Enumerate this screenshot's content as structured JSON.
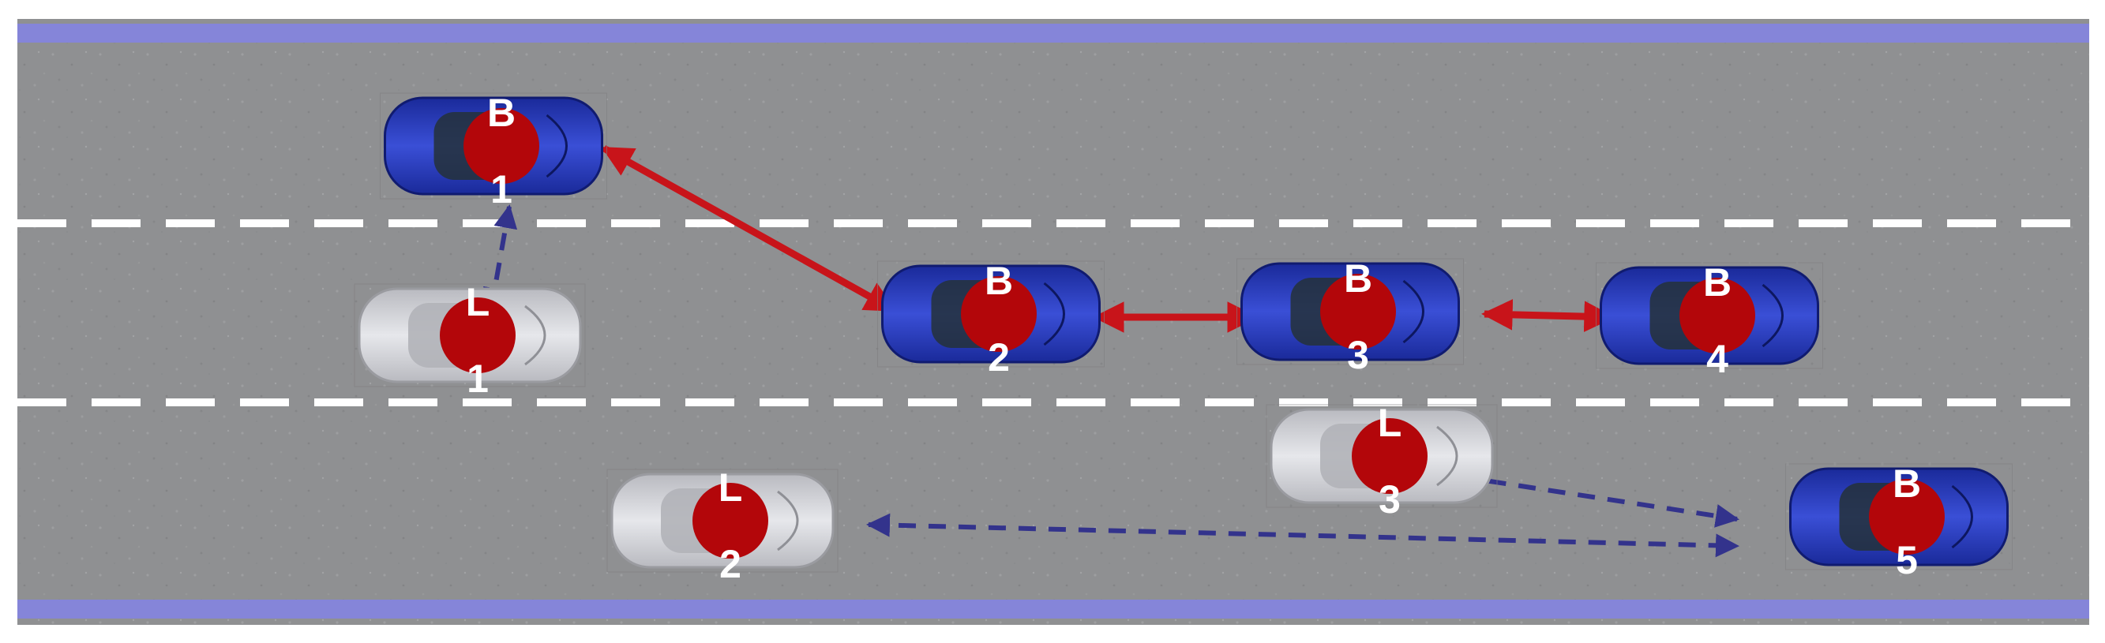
{
  "colors": {
    "road": "#8f9092",
    "lane_marking": "#ffffff",
    "road_edge": "#8585d9",
    "blue_car": "#2537b8",
    "gray_car": "#d2d3d8",
    "badge": "#b3060a",
    "solid_link": "#c8141a",
    "dashed_link": "#33338c"
  },
  "vehicles": [
    {
      "id": "B1",
      "kind": "blue",
      "letter": "B",
      "number": "1"
    },
    {
      "id": "B2",
      "kind": "blue",
      "letter": "B",
      "number": "2"
    },
    {
      "id": "B3",
      "kind": "blue",
      "letter": "B",
      "number": "3"
    },
    {
      "id": "B4",
      "kind": "blue",
      "letter": "B",
      "number": "4"
    },
    {
      "id": "B5",
      "kind": "blue",
      "letter": "B",
      "number": "5"
    },
    {
      "id": "L1",
      "kind": "gray",
      "letter": "L",
      "number": "1"
    },
    {
      "id": "L2",
      "kind": "gray",
      "letter": "L",
      "number": "2"
    },
    {
      "id": "L3",
      "kind": "gray",
      "letter": "L",
      "number": "3"
    }
  ],
  "links": [
    {
      "from": "B1",
      "to": "B2",
      "style": "solid"
    },
    {
      "from": "B2",
      "to": "B3",
      "style": "solid"
    },
    {
      "from": "B3",
      "to": "B4",
      "style": "solid"
    },
    {
      "from": "L1",
      "to": "B1",
      "style": "dashed"
    },
    {
      "from": "L2",
      "to": "B5",
      "style": "dashed"
    },
    {
      "from": "L3",
      "to": "B5",
      "style": "dashed"
    }
  ]
}
